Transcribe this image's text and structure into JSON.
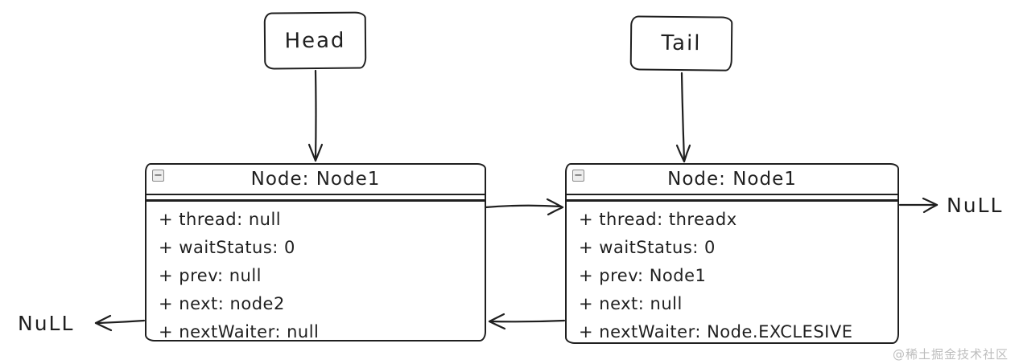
{
  "diagram": {
    "head": {
      "label": "Head"
    },
    "tail": {
      "label": "Tail"
    },
    "collapse_icon_glyph": "−",
    "nodes": [
      {
        "title": "Node: Node1",
        "fields": [
          "+ thread: null",
          "+ waitStatus: 0",
          "+ prev: null",
          "+ next: node2",
          "+ nextWaiter: null"
        ]
      },
      {
        "title": "Node: Node1",
        "fields": [
          "+ thread: threadx",
          "+ waitStatus: 0",
          "+ prev: Node1",
          "+ next: null",
          "+ nextWaiter: Node.EXCLESIVE"
        ]
      }
    ],
    "null_labels": {
      "left": "NuLL",
      "right": "NuLL"
    },
    "watermark": "@稀土掘金技术社区",
    "colors": {
      "stroke": "#1f1f1f",
      "background": "#ffffff",
      "watermark": "#bdbdbd",
      "collapse_bg": "#ededed",
      "collapse_border": "#8a8a8a"
    }
  }
}
